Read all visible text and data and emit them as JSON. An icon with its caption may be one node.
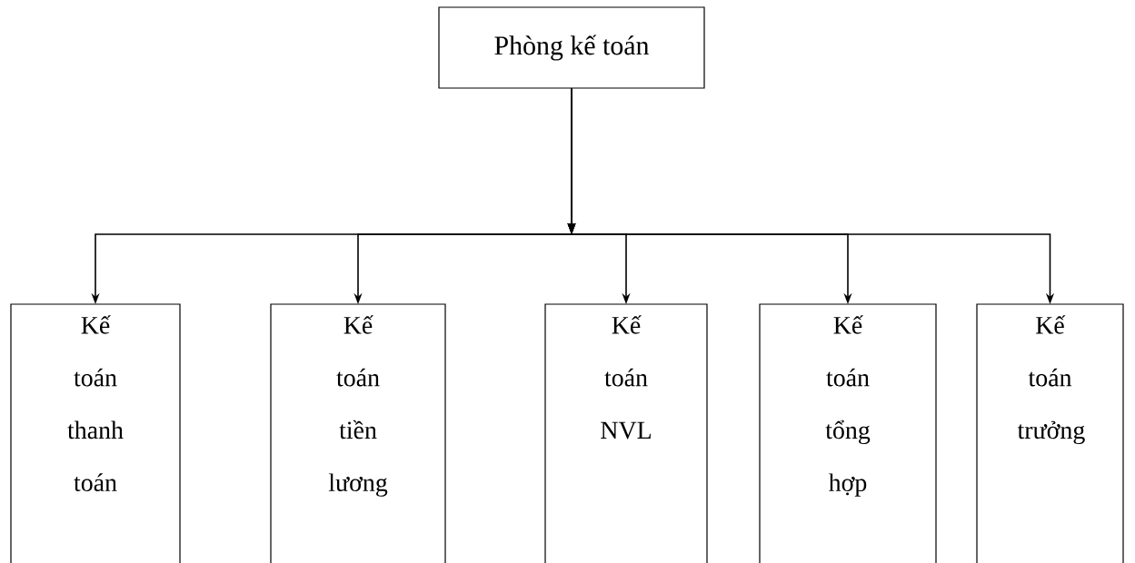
{
  "diagram": {
    "nodes": [
      {
        "text": [
          "Phòng kế toán"
        ]
      },
      {
        "text": [
          "Kế toán thanh toán"
        ]
      },
      {
        "text": [
          "Kế toán tiền lương"
        ]
      },
      {
        "text": [
          "Kế toán NVL"
        ]
      },
      {
        "text": [
          "Kế toán tổng hợp"
        ]
      },
      {
        "text": [
          "Kế toán trưởng"
        ]
      }
    ],
    "edges": [
      {
        "from": 0,
        "to": 1,
        "arrow": "to"
      },
      {
        "from": 0,
        "to": 2,
        "arrow": "to"
      },
      {
        "from": 0,
        "to": 3,
        "arrow": "to"
      },
      {
        "from": 0,
        "to": 4,
        "arrow": "to"
      },
      {
        "from": 0,
        "to": 5,
        "arrow": "to"
      }
    ]
  }
}
